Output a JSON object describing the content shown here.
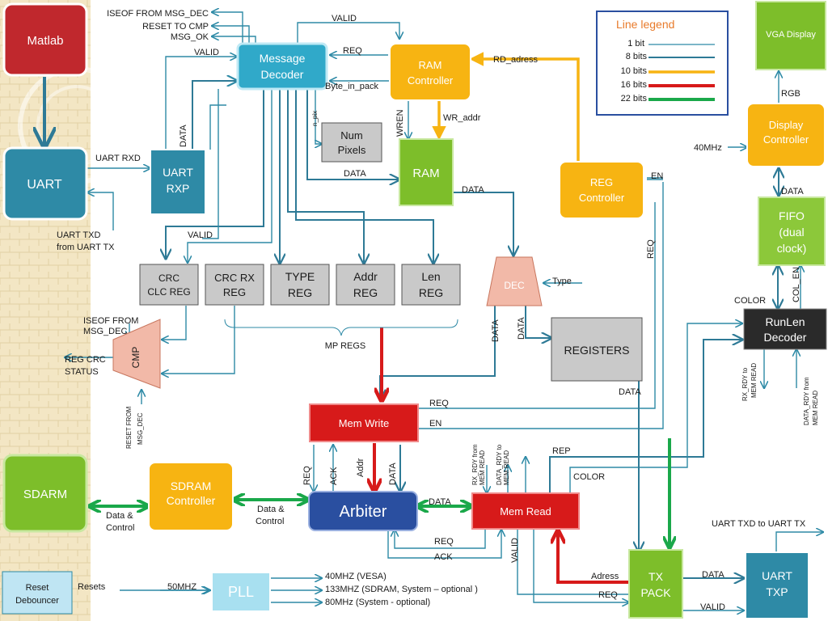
{
  "colors": {
    "matlab": "#c0282d",
    "uart": "#2e8aa6",
    "message_decoder": "#30a9c9",
    "ram_controller": "#f7b412",
    "ram": "#7dbe2a",
    "reg_gray": "#c9c9c9",
    "dec": "#f2b9a8",
    "mem_red": "#d71a1a",
    "arbiter": "#2a4fa0",
    "fifo": "#8cc83a",
    "runlen": "#2a2a2a",
    "pll": "#a8e0f0",
    "reset": "#bfe5f3",
    "line_1bit": "#2e8aa6",
    "line_8bits": "#2e7a96",
    "line_10bits": "#f7b412",
    "line_16bits": "#d71a1a",
    "line_22bits": "#1aa84a"
  },
  "blocks": {
    "matlab": "Matlab",
    "uart": "UART",
    "uart_rxp": [
      "UART",
      "RXP"
    ],
    "message_decoder": [
      "Message",
      "Decoder"
    ],
    "ram_controller": [
      "RAM",
      "Controller"
    ],
    "ram": "RAM",
    "num_pixels": [
      "Num",
      "Pixels"
    ],
    "reg_controller": [
      "REG",
      "Controller"
    ],
    "crc_clc_reg": [
      "CRC",
      "CLC REG"
    ],
    "crc_rx_reg": [
      "CRC RX",
      "REG"
    ],
    "type_reg": [
      "TYPE",
      "REG"
    ],
    "addr_reg": [
      "Addr",
      "REG"
    ],
    "len_reg": [
      "Len",
      "REG"
    ],
    "dec": "DEC",
    "registers": "REGISTERS",
    "cmp": "CMP",
    "mem_write": "Mem Write",
    "arbiter": "Arbiter",
    "mem_read": "Mem Read",
    "sdram": "SDARM",
    "sdram_controller": [
      "SDRAM",
      "Controller"
    ],
    "tx_pack": [
      "TX",
      "PACK"
    ],
    "uart_txp": [
      "UART",
      "TXP"
    ],
    "vga_display": "VGA Display",
    "display_controller": [
      "Display",
      "Controller"
    ],
    "fifo": [
      "FIFO",
      "(dual",
      "clock)"
    ],
    "runlen_decoder": [
      "RunLen",
      "Decoder"
    ],
    "pll": "PLL",
    "reset_debouncer": [
      "Reset",
      "Debouncer"
    ]
  },
  "legend": {
    "title": "Line legend",
    "items": [
      "1 bit",
      "8 bits",
      "10 bits",
      "16 bits",
      "22 bits"
    ]
  },
  "labels": {
    "isoef_from_msg_dec": "ISEOF FROM MSG_DEC",
    "reset_to_cmp": "RESET TO CMP",
    "msg_ok": "MSG_OK",
    "valid_top": "VALID",
    "valid_left": "VALID",
    "req_top": "REQ",
    "rd_adress": "RD_adress",
    "byte_in_pack": "Byte_in_pack",
    "n_pix": "n_pix",
    "wren": "WREN",
    "wr_addr": "WR_addr",
    "data_vert": "DATA",
    "uart_rxd": "UART RXD",
    "uart_txd_from": [
      "UART TXD",
      "from UART TX"
    ],
    "data_ram_in": "DATA",
    "data_ram_out": "DATA",
    "valid_mid": "VALID",
    "en_reg": "EN",
    "req_vert": "REQ",
    "mp_regs": "MP REGS",
    "type": "Type",
    "data_dec_1": "DATA",
    "data_dec_2": "DATA",
    "isoef_from_msg_dec_2": [
      "ISEOF FROM",
      "MSG_DEC"
    ],
    "reg_crc_status": [
      "REG CRC",
      "STATUS"
    ],
    "reset_from_msg_dec": [
      "RESET FROM",
      "MSG_DEC"
    ],
    "req_memwrite": "REQ",
    "en_memwrite": "EN",
    "req_arb": "REQ",
    "ack_arb": "ACK",
    "addr_arb": "Addr",
    "data_arb": "DATA",
    "data_arb_memread": "DATA",
    "data_control_1": [
      "Data &",
      "Control"
    ],
    "data_control_2": [
      "Data &",
      "Control"
    ],
    "rx_rdy_from": [
      "RX_RDY from",
      "MEM READ"
    ],
    "data_rdy_to": [
      "DATA_RDY to",
      "MEM READ"
    ],
    "rep": "REP",
    "color_mid": "COLOR",
    "req_memread": "REQ",
    "ack_memread": "ACK",
    "valid_memread": "VALID",
    "adress": "Adress",
    "req_txpack": "REQ",
    "data_txpack": "DATA",
    "valid_txpack": "VALID",
    "data_registers": "DATA",
    "uart_txd_to": "UART TXD to UART TX",
    "rgb": "RGB",
    "clk_40mhz": "40MHz",
    "data_fifo": "DATA",
    "color_runlen": "COLOR",
    "col_en": "COL_EN",
    "rx_rdy_to": [
      "RX_RDY to",
      "MEM READ"
    ],
    "data_rdy_from": [
      "DATA_RDY from",
      "MEM READ"
    ],
    "resets": "Resets",
    "mhz50": "50MHZ",
    "pll_out_1": "40MHZ (VESA)",
    "pll_out_2": "133MHZ (SDRAM, System – optional )",
    "pll_out_3": "80MHz (System - optional)"
  }
}
